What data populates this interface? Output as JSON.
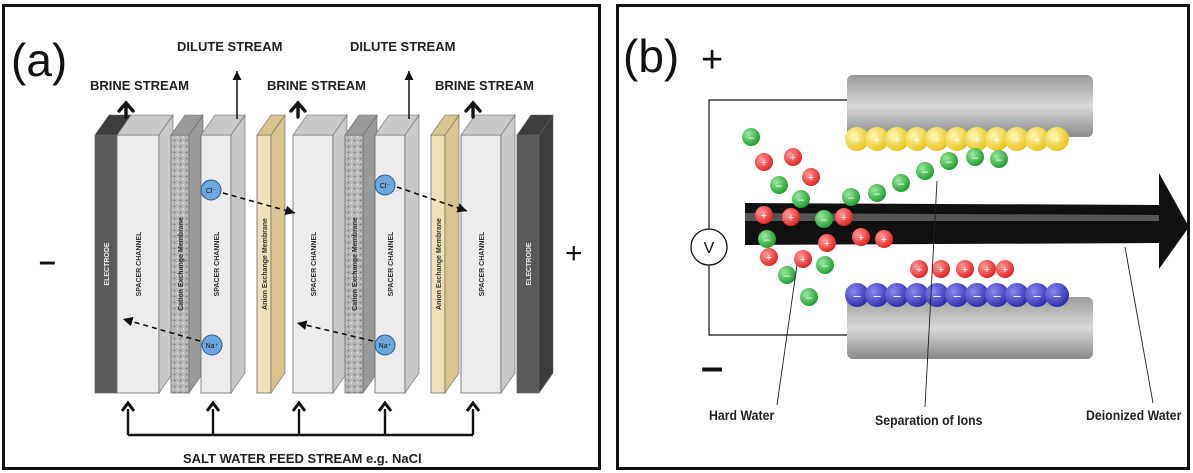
{
  "panel_a": {
    "label": "(a)",
    "top_labels": {
      "dilute_left": "DILUTE STREAM",
      "dilute_right": "DILUTE STREAM",
      "brine_1": "BRINE STREAM",
      "brine_2": "BRINE STREAM",
      "brine_3": "BRINE STREAM"
    },
    "minus_sign": "–",
    "plus_sign": "+",
    "feed_label": "SALT WATER FEED STREAM e.g. NaCl",
    "layer_texts": {
      "electrode": "ELECTRODE",
      "spacer": "SPACER CHANNEL",
      "cation": "Cation Exchange Membrane",
      "anion": "Anion Exchange Membrane"
    },
    "ion_cl": "Cl⁻",
    "ion_na": "Na⁺"
  },
  "panel_b": {
    "label": "(b)",
    "plus_sign": "+",
    "minus_sign": "–",
    "voltmeter": "V",
    "hard_water": "Hard Water",
    "separation": "Separation of Ions",
    "deionized": "Deionized Water",
    "colors": {
      "positive": "#e8c21a",
      "negative": "#2b2aa8",
      "ion_red": "#e02020",
      "ion_green": "#1f9a2c"
    }
  }
}
